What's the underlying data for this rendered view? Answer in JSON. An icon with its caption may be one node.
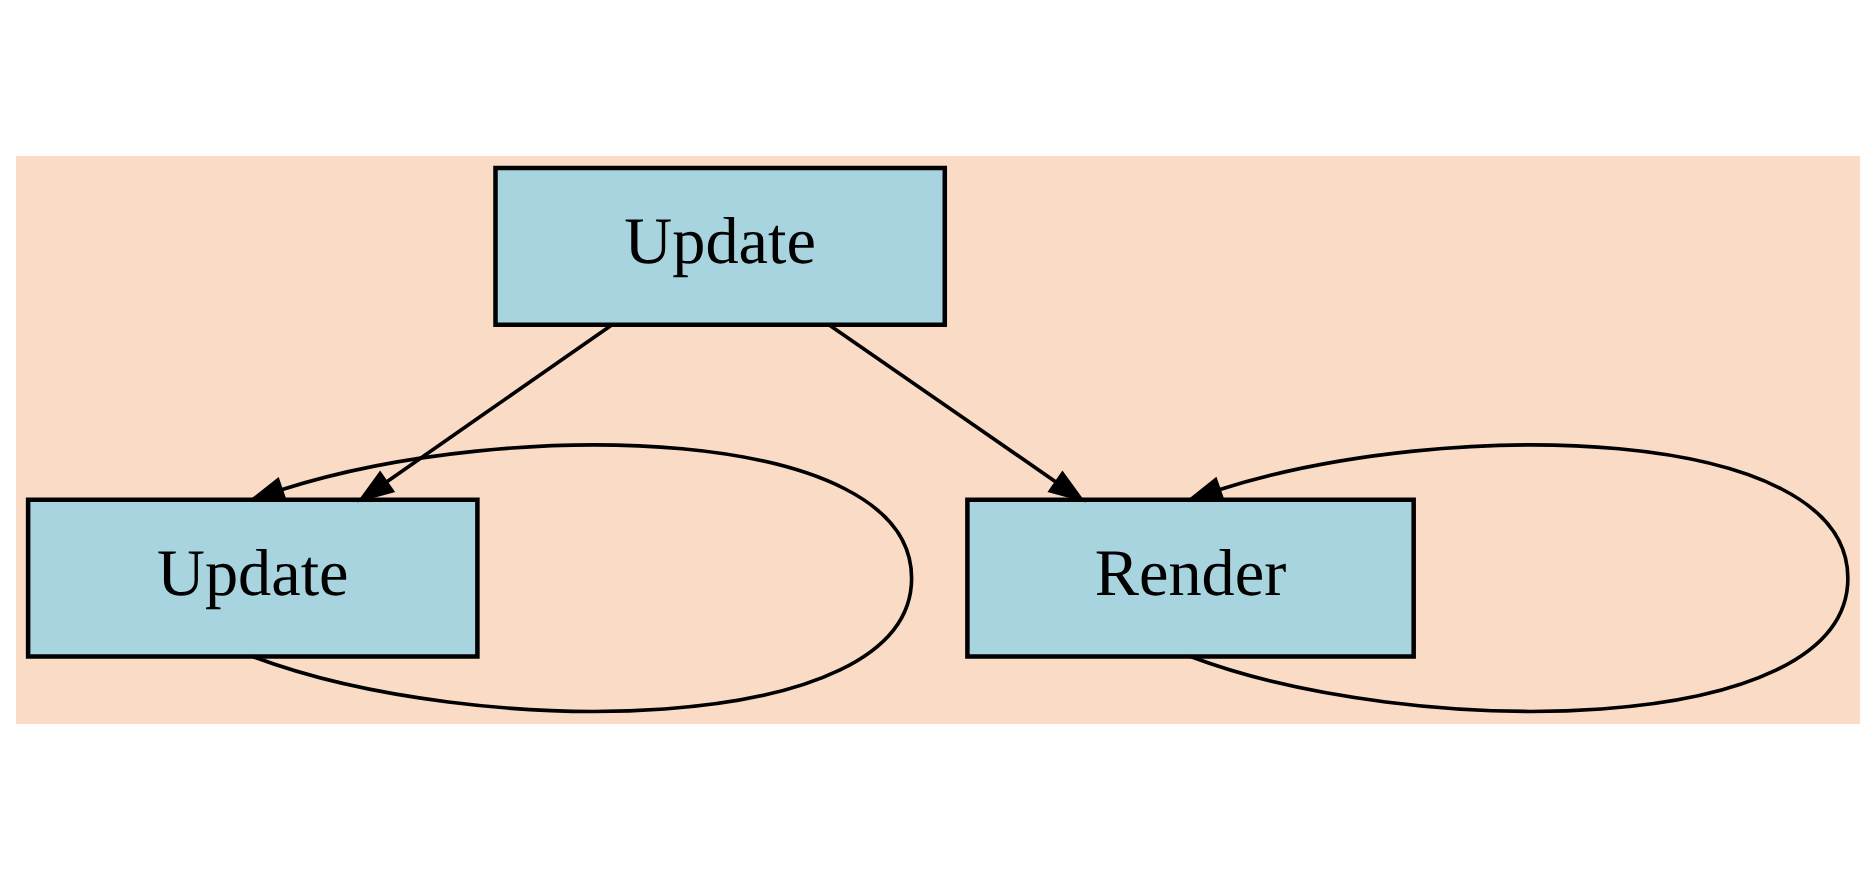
{
  "diagram": {
    "nodes": [
      {
        "text": [
          "Update"
        ]
      },
      {
        "text": [
          "Update"
        ]
      },
      {
        "text": [
          "Render"
        ]
      }
    ],
    "edges": [
      {
        "from": 0,
        "to": 1,
        "arrow": "to"
      },
      {
        "from": 0,
        "to": 2,
        "arrow": "to"
      },
      {
        "from": 1,
        "to": 1,
        "arrow": "to"
      },
      {
        "from": 2,
        "to": 2,
        "arrow": "to"
      }
    ]
  }
}
